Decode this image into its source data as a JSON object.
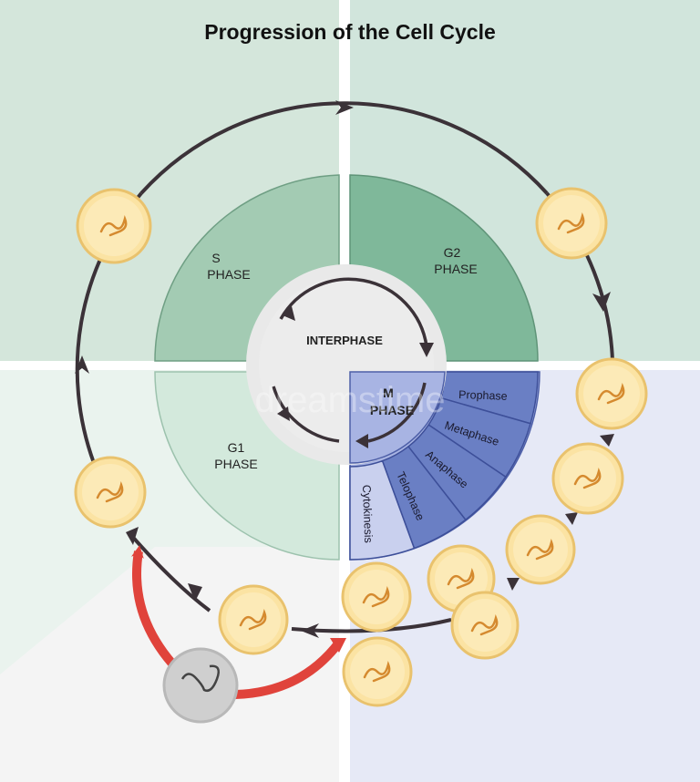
{
  "title": "Progression of the Cell Cycle",
  "colors": {
    "bg_top_left": "#d4e6db",
    "bg_top_right": "#d1e5dc",
    "bg_bottom_left": "#eaf3ee",
    "bg_bottom_right": "#e6e9f6",
    "bg_bottom_light": "#f4f4f4",
    "s_phase": "#a3cbb3",
    "g2_phase": "#7fb89a",
    "g1_phase": "#d3e9dc",
    "m_phase": "#a8b4e3",
    "m_sub": "#6a7fc4",
    "cytokinesis": "#c9d0ee",
    "interphase_ring": "#e9e9e9",
    "cycle_arrow": "#3b3238",
    "red_arrow": "#e0433b",
    "cell_fill": "#fbe3a3",
    "cell_edge": "#e9c26d",
    "chromosome": "#d58a2f",
    "g0_cell": "#cfcfcf"
  },
  "phases": {
    "s": [
      "S",
      "PHASE"
    ],
    "g2": [
      "G2",
      "PHASE"
    ],
    "g1": [
      "G1",
      "PHASE"
    ],
    "m": [
      "M",
      "PHASE"
    ],
    "interphase": "INTERPHASE"
  },
  "m_subphases": [
    "Prophase",
    "Metaphase",
    "Anaphase",
    "Telophase",
    "Cytokinesis"
  ],
  "watermark": "dreamstime"
}
